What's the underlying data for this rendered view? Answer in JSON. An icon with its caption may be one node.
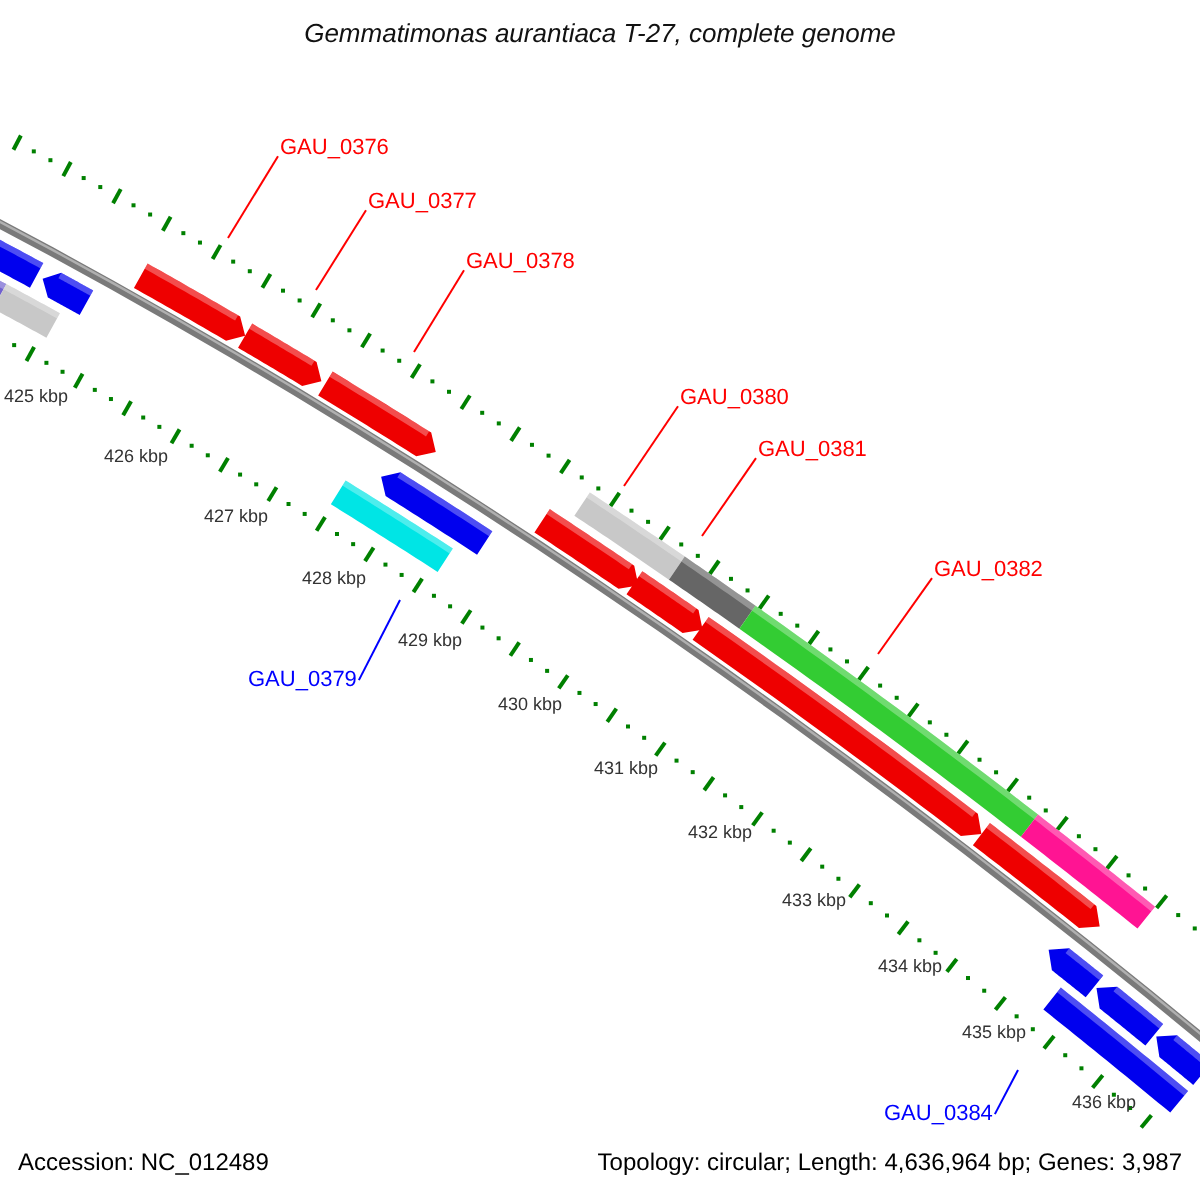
{
  "diagram": {
    "title": "Gemmatimonas aurantiaca T-27, complete genome",
    "nodes": [
      {
        "text": [
          "GAU_0376"
        ]
      },
      {
        "text": [
          "GAU_0377"
        ]
      },
      {
        "text": [
          "GAU_0378"
        ]
      },
      {
        "text": [
          "GAU_0380"
        ]
      },
      {
        "text": [
          "GAU_0381"
        ]
      },
      {
        "text": [
          "GAU_0382"
        ]
      },
      {
        "text": [
          "GAU_0379"
        ]
      },
      {
        "text": [
          "GAU_0384"
        ]
      }
    ],
    "edges": [
      {
        "from": 0,
        "to": null,
        "arrow": "none"
      },
      {
        "from": 1,
        "to": null,
        "arrow": "none"
      },
      {
        "from": 2,
        "to": null,
        "arrow": "none"
      },
      {
        "from": 3,
        "to": null,
        "arrow": "none"
      },
      {
        "from": 4,
        "to": null,
        "arrow": "none"
      },
      {
        "from": 5,
        "to": null,
        "arrow": "none"
      },
      {
        "from": 6,
        "to": null,
        "arrow": "none",
        "color": "#0000ff"
      },
      {
        "from": 7,
        "to": null,
        "arrow": "none",
        "color": "#0000ff"
      }
    ],
    "labels": [
      "425 kbp",
      "426 kbp",
      "427 kbp",
      "428 kbp",
      "429 kbp",
      "430 kbp",
      "431 kbp",
      "432 kbp",
      "433 kbp",
      "434 kbp",
      "435 kbp",
      "436 kbp",
      "Accession: NC_012489",
      "Topology: circular; Length: 4,636,964 bp; Genes: 3,987"
    ]
  }
}
